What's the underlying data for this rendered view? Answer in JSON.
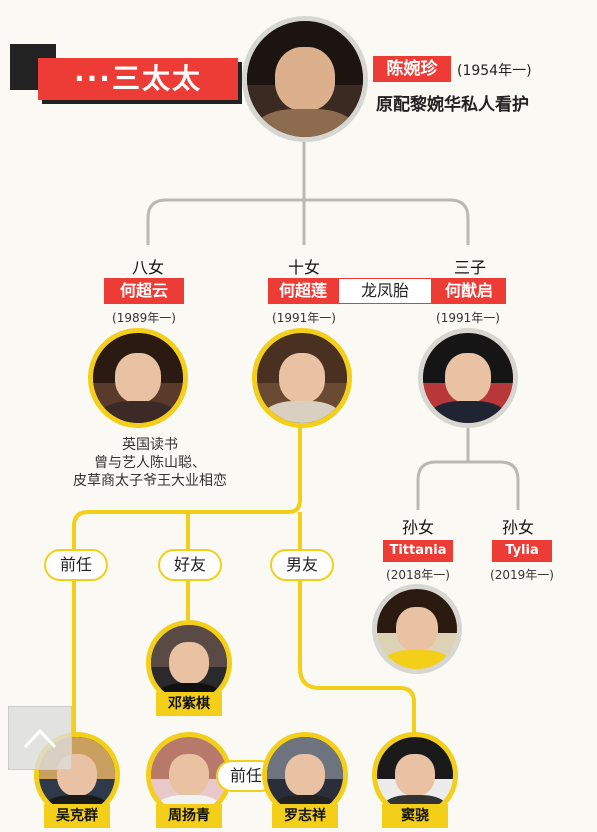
{
  "header": {
    "generation": "···三太太"
  },
  "mother": {
    "name": "陈婉珍",
    "years": "(1954年一)",
    "desc": "原配黎婉华私人看护"
  },
  "children": [
    {
      "relation": "八女",
      "name": "何超云",
      "years": "(1989年一)",
      "note1": "英国读书",
      "note2": "曾与艺人陈山聪、",
      "note3": "皮草商太子爷王大业相恋"
    },
    {
      "relation": "十女",
      "name": "何超莲",
      "years": "(1991年一)"
    },
    {
      "relation": "三子",
      "name": "何猷启",
      "years": "(1991年一)"
    }
  ],
  "twins_label": "龙凤胎",
  "grandchildren": [
    {
      "relation": "孙女",
      "name": "Tittania",
      "years": "(2018年一)"
    },
    {
      "relation": "孙女",
      "name": "Tylia",
      "years": "(2019年一)"
    }
  ],
  "relations": {
    "ex": "前任",
    "friend": "好友",
    "boyfriend": "男友",
    "ex2": "前任"
  },
  "people": {
    "deng": "邓紫棋",
    "wu": "吴克群",
    "zhou": "周扬青",
    "luo": "罗志祥",
    "dou": "窦骁"
  },
  "colors": {
    "red": "#ed3b35",
    "yellow": "#f4cf19",
    "gray": "#b9b9b4"
  }
}
